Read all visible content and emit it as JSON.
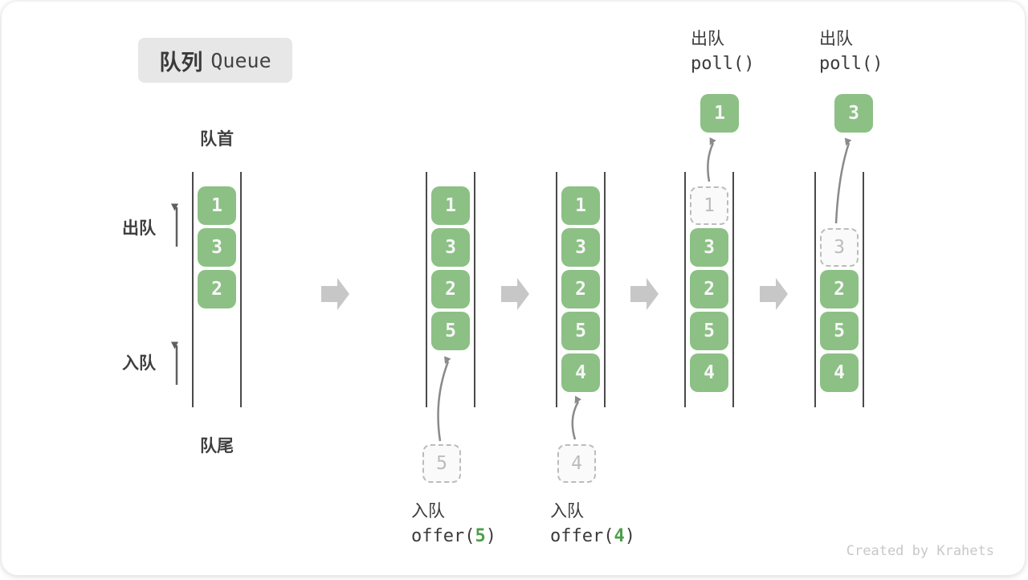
{
  "title": {
    "zh": "队列",
    "en": "Queue"
  },
  "labels": {
    "front": "队首",
    "rear": "队尾",
    "dequeue_side": "出队",
    "enqueue_side": "入队"
  },
  "queues": [
    {
      "cells": [
        "1",
        "3",
        "2"
      ]
    },
    {
      "cells": [
        "1",
        "3",
        "2",
        "5"
      ],
      "staged": "5"
    },
    {
      "cells": [
        "1",
        "3",
        "2",
        "5",
        "4"
      ],
      "staged": "4"
    },
    {
      "ghost": "1",
      "cells": [
        "3",
        "2",
        "5",
        "4"
      ],
      "result": "1"
    },
    {
      "ghost": "3",
      "cells": [
        "2",
        "5",
        "4"
      ],
      "result": "3"
    }
  ],
  "operations": {
    "offer5": {
      "action": "入队",
      "code_open": "offer(",
      "arg": "5",
      "code_close": ")"
    },
    "offer4": {
      "action": "入队",
      "code_open": "offer(",
      "arg": "4",
      "code_close": ")"
    },
    "poll1": {
      "action": "出队",
      "code": "poll()"
    },
    "poll2": {
      "action": "出队",
      "code": "poll()"
    }
  },
  "watermark": "Created by Krahets",
  "colors": {
    "cell_green": "#8cc085",
    "code_arg_green": "#4d9e4a",
    "block_arrow_gray": "#c7c7c7",
    "rail_dark": "#4a4a4a",
    "ghost_gray": "#bcbcbc",
    "title_bg": "#e7e7e7",
    "text_dark": "#3a3a3a"
  }
}
